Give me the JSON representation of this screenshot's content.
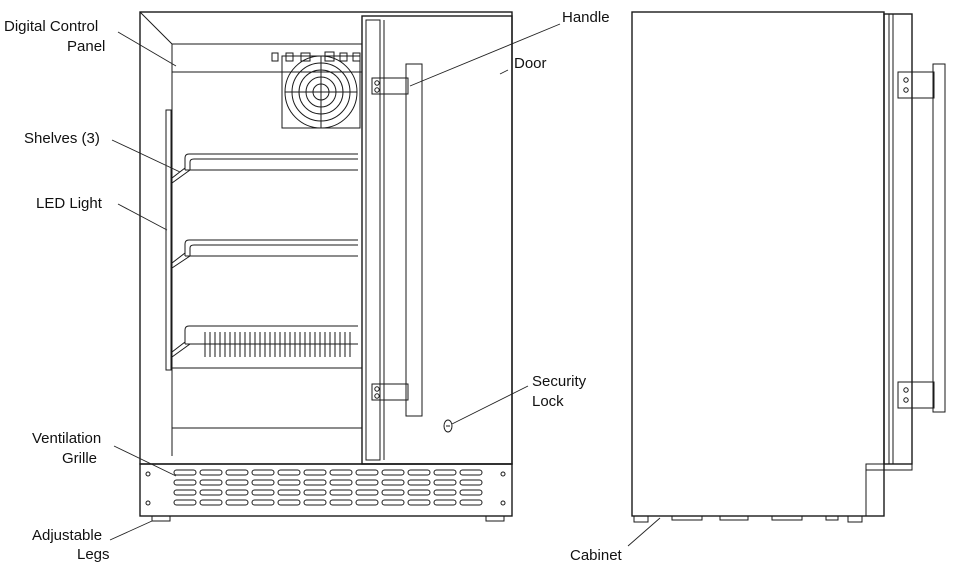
{
  "labels": {
    "digital_control_panel_1": "Digital Control",
    "digital_control_panel_2": "Panel",
    "handle": "Handle",
    "door": "Door",
    "shelves": "Shelves (3)",
    "led_light": "LED Light",
    "security_lock_1": "Security",
    "security_lock_2": "Lock",
    "ventilation_grille_1": "Ventilation",
    "ventilation_grille_2": "Grille",
    "adjustable_legs_1": "Adjustable",
    "adjustable_legs_2": "Legs",
    "cabinet": "Cabinet"
  },
  "colors": {
    "line": "#1a1a1a",
    "background": "#ffffff"
  },
  "icons": [
    "fan-icon",
    "control-buttons"
  ]
}
